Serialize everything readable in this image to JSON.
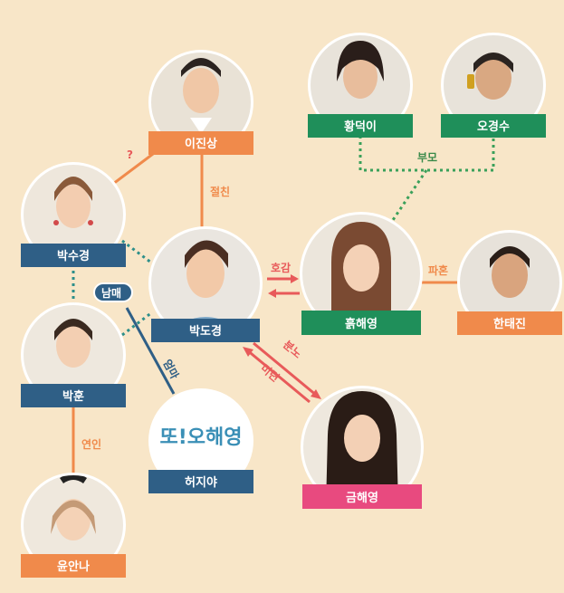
{
  "colors": {
    "background": "#f8e6c8",
    "orange": "#f08a4b",
    "blue": "#2f5f86",
    "teal": "#2d8f8a",
    "green": "#1f8f5a",
    "pink": "#e84a7f",
    "dot_green": "#3aa05a",
    "red": "#e85a5a",
    "ring": "#ffffff"
  },
  "people": [
    {
      "id": "lee-jinsang",
      "name": "이진상",
      "band": "orange"
    },
    {
      "id": "park-sookyung",
      "name": "박수경",
      "band": "blue"
    },
    {
      "id": "park-dokyung",
      "name": "박도경",
      "band": "blue"
    },
    {
      "id": "park-hoon",
      "name": "박훈",
      "band": "blue"
    },
    {
      "id": "heo-jiya",
      "name": "허지야",
      "band": "blue"
    },
    {
      "id": "yoon-anna",
      "name": "윤안나",
      "band": "orange"
    },
    {
      "id": "hwang-deoki",
      "name": "황덕이",
      "band": "green"
    },
    {
      "id": "oh-kyungsoo",
      "name": "오경수",
      "band": "green"
    },
    {
      "id": "heuk-haeyoung",
      "name": "흙해영",
      "band": "green"
    },
    {
      "id": "han-taejin",
      "name": "한태진",
      "band": "orange"
    },
    {
      "id": "geum-haeyoung",
      "name": "금해영",
      "band": "pink"
    }
  ],
  "logo_text": "또!오해영",
  "relations": {
    "question": "?",
    "jeolchin": "절친",
    "bumo": "부모",
    "hogam": "호감",
    "pahon": "파혼",
    "nammae": "남매",
    "eomma": "엄마",
    "bunno": "분노",
    "miryeon": "미련",
    "yeonin": "연인"
  }
}
